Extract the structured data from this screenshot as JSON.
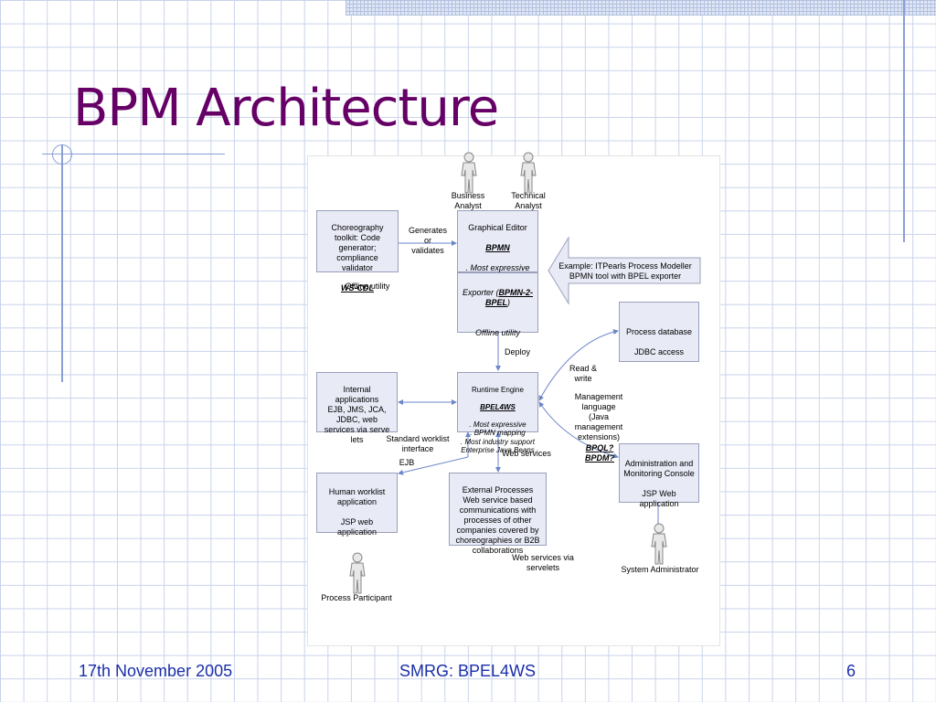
{
  "slide": {
    "title": "BPM Architecture"
  },
  "actors": {
    "business_analyst": "Business\nAnalyst",
    "technical_analyst": "Technical\nAnalyst",
    "process_participant": "Process Participant",
    "system_administrator": "System Administrator"
  },
  "boxes": {
    "choreography": {
      "line1": "Choreography\ntoolkit: Code\ngenerator;\ncompliance\nvalidator",
      "strong": "WS-CDL"
    },
    "graphical_editor": {
      "line1": "Graphical Editor",
      "strong": "BPMN",
      "rest": ". Most expressive\n. BPEL mapping\nOffline windows\napp."
    },
    "exporter": {
      "prefix": "Exporter (",
      "strong": "BPMN-2-BPEL",
      "suffix": ")",
      "rest": "Offline utility"
    },
    "process_database": {
      "text": "Process database\n\nJDBC access"
    },
    "internal_apps": {
      "text": "Internal\napplications\nEJB, JMS, JCA,\nJDBC, web\nservices via serve\nlets"
    },
    "runtime_engine": {
      "line1": "Runtime Engine",
      "strong": "BPEL4WS",
      "rest": ". Most expressive\n. BPMN mapping\n. Most industry support\nEnterprise Java Beans"
    },
    "admin_console": {
      "text": "Administration and\nMonitoring Console\n\nJSP Web\napplication"
    },
    "human_worklist": {
      "text": "Human worklist\napplication\n\nJSP web\napplication"
    },
    "external_processes": {
      "text": "External Processes\nWeb service based\ncommunications with\nprocesses of other\ncompanies covered by\nchoreographies or B2B\ncollaborations"
    }
  },
  "callout": {
    "text": "Example: ITPearls Process Modeller\nBPMN tool with BPEL exporter"
  },
  "labels": {
    "generates": "Generates\nor\nvalidates",
    "offline_utility": "Offline utility",
    "deploy": "Deploy",
    "read_write": "Read &\nwrite",
    "management": "Management\nlanguage\n(Java\nmanagement\nextensions)",
    "bpql": "BPQL?",
    "bpdm": "BPDM?",
    "std_worklist": "Standard worklist\ninterface",
    "ejb": "EJB",
    "web_services": "Web services",
    "ws_servelets": "Web services via\nservelets"
  },
  "footer": {
    "date": "17th November 2005",
    "center": "SMRG: BPEL4WS",
    "page": "6"
  }
}
